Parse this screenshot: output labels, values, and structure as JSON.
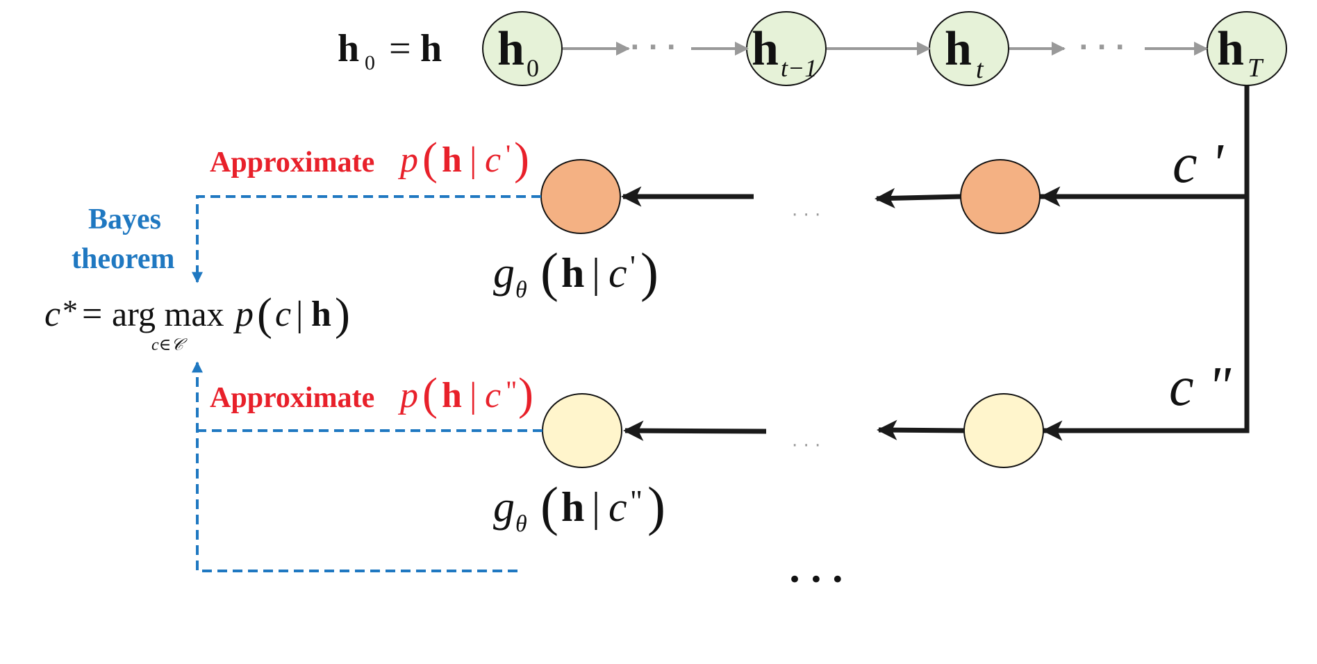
{
  "colors": {
    "chain_node_fill": "#e6f2d8",
    "orange_node_fill": "#f4b183",
    "yellow_node_fill": "#fff5cc",
    "gray_arrow": "#999999",
    "black_arrow": "#1a1a1a",
    "dashed_blue": "#1f78c1",
    "label_red": "#e8202a",
    "label_blue": "#1f78c1"
  },
  "chain": {
    "init": {
      "lhs": "h",
      "lhs_sub": "0",
      "eq": "=",
      "rhs": "h"
    },
    "nodes": [
      {
        "main": "h",
        "sub": "0"
      },
      {
        "main": "h",
        "sub": "t−1"
      },
      {
        "main": "h",
        "sub": "t"
      },
      {
        "main": "h",
        "sub": "T"
      }
    ],
    "ellipsis": "· · ·"
  },
  "branches": {
    "c_prime": "c '",
    "c_double": "c \""
  },
  "approx": {
    "prefix": "Approximate",
    "upper": {
      "p": "p",
      "lp": "(",
      "h": "h",
      "bar": "|",
      "c": "c",
      "mark": "'",
      "rp": ")"
    },
    "lower": {
      "p": "p",
      "lp": "(",
      "h": "h",
      "bar": "|",
      "c": "c",
      "mark": "\"",
      "rp": ")"
    }
  },
  "g_labels": {
    "upper": {
      "g": "g",
      "theta": "θ",
      "lp": "(",
      "h": "h",
      "bar": "|",
      "c": "c",
      "mark": "'",
      "rp": ")"
    },
    "lower": {
      "g": "g",
      "theta": "θ",
      "lp": "(",
      "h": "h",
      "bar": "|",
      "c": "c",
      "mark": "\"",
      "rp": ")"
    }
  },
  "bayes": {
    "line1": "Bayes",
    "line2": "theorem"
  },
  "argmax": {
    "c": "c",
    "star": "*",
    "eq": "=",
    "op": "arg max",
    "p": "p",
    "lp": "(",
    "c2": "c",
    "bar": "|",
    "h": "h",
    "rp": ")",
    "under": "c∈𝒞"
  },
  "row_ellipsis": "· · ·",
  "bottom_ellipsis": "• • •"
}
